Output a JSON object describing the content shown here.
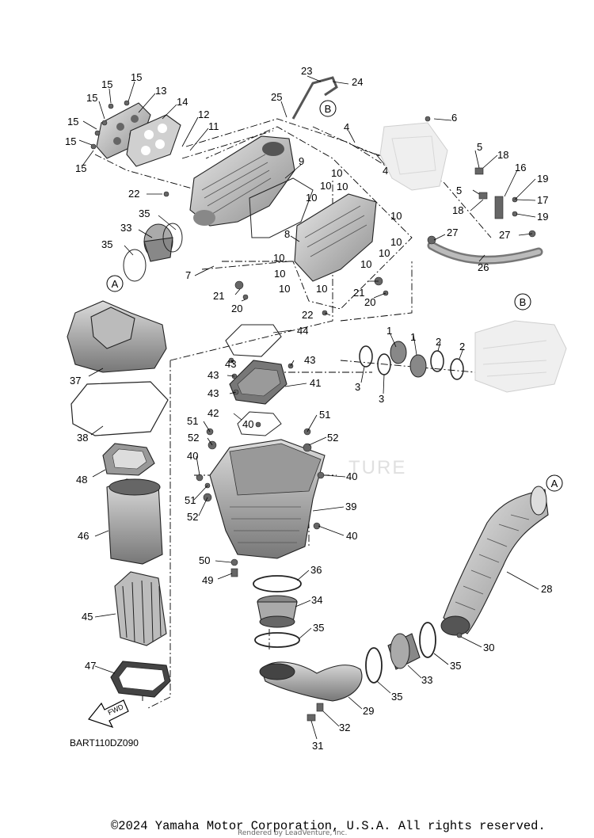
{
  "diagram_code": "BART110DZ090",
  "fwd_label": "FWD",
  "watermark_text": "TURE",
  "copyright": "©2024 Yamaha Motor Corporation, U.S.A. All rights reserved.",
  "rendered_note": "Rendered by LeadVenture, Inc.",
  "ref_markers": [
    "A",
    "B"
  ],
  "callouts": [
    "1",
    "2",
    "3",
    "4",
    "5",
    "6",
    "7",
    "8",
    "9",
    "10",
    "11",
    "12",
    "13",
    "14",
    "15",
    "16",
    "17",
    "18",
    "19",
    "20",
    "21",
    "22",
    "23",
    "24",
    "25",
    "26",
    "27",
    "28",
    "29",
    "30",
    "31",
    "32",
    "33",
    "34",
    "35",
    "36",
    "37",
    "38",
    "39",
    "40",
    "41",
    "42",
    "43",
    "44",
    "45",
    "46",
    "47",
    "48",
    "49",
    "50",
    "51",
    "52"
  ],
  "colors": {
    "part_fill": "#cfcfcf",
    "part_dark": "#8a8a8a",
    "line": "#000000",
    "faded": "#e6e6e6"
  }
}
